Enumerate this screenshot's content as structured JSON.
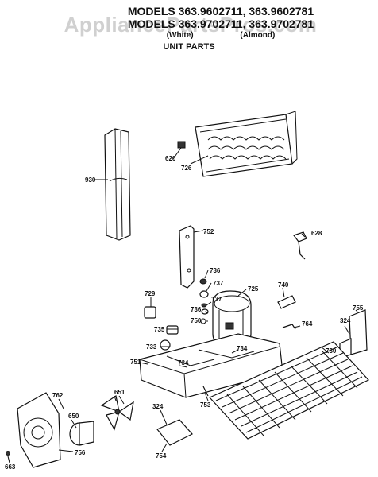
{
  "header": {
    "line1": "MODELS 363.9602711, 363.9602781",
    "line2": "MODELS 363.9702711, 363.9702781",
    "white": "(White)",
    "almond": "(Almond)",
    "section": "UNIT PARTS"
  },
  "watermark": "AppliancePartsPros.com",
  "parts": {
    "p930": "930",
    "p620": "620",
    "p726": "726",
    "p752": "752",
    "p628": "628",
    "p736a": "736",
    "p737a": "737",
    "p725": "725",
    "p737b": "137",
    "p740": "740",
    "p729": "729",
    "p736b": "736",
    "p755": "755",
    "p750": "750",
    "p324a": "324",
    "p735": "735",
    "p764": "764",
    "p733": "733",
    "p734a": "734",
    "p730": "730",
    "p751": "751",
    "p734b": "734",
    "p651": "651",
    "p762": "762",
    "p650": "650",
    "p753": "753",
    "p324b": "324",
    "p756": "756",
    "p754": "754",
    "p663": "663"
  }
}
